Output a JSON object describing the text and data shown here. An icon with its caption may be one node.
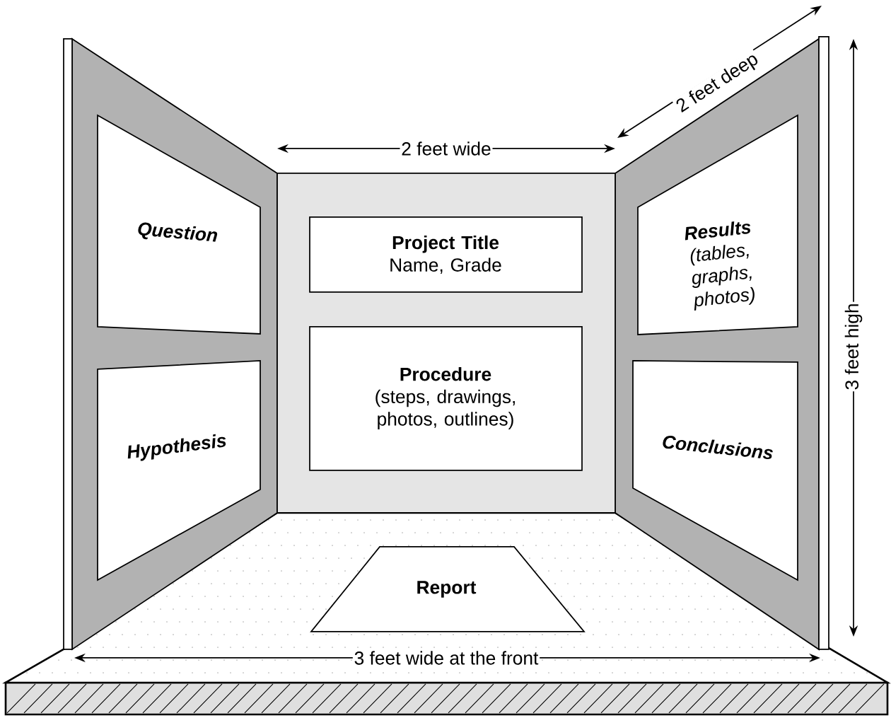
{
  "diagram": {
    "nodes": [
      {
        "text": [
          "Question"
        ]
      },
      {
        "text": [
          "Hypothesis"
        ]
      },
      {
        "text": [
          "Project Title",
          "Name, Grade"
        ]
      },
      {
        "text": [
          "Procedure",
          "(steps, drawings, photos, outlines)"
        ]
      },
      {
        "text": [
          "Results",
          "(tables, graphs, photos)"
        ]
      },
      {
        "text": [
          "Conclusions"
        ]
      },
      {
        "text": [
          "Report"
        ]
      }
    ],
    "labels": [
      "2 feet deep",
      "2 feet wide",
      "3 feet high",
      "3 feet wide at the front"
    ]
  }
}
